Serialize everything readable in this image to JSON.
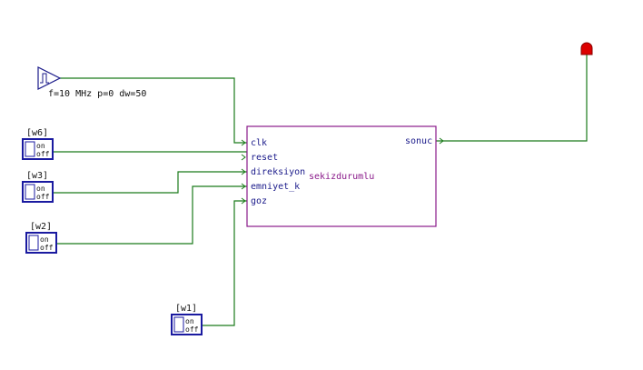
{
  "clock": {
    "label": "f=10 MHz p=0 dw=50",
    "icon": "square-wave-icon"
  },
  "switches": [
    {
      "id": "w6",
      "label": "[w6]",
      "on": "on",
      "off": "off"
    },
    {
      "id": "w3",
      "label": "[w3]",
      "on": "on",
      "off": "off"
    },
    {
      "id": "w2",
      "label": "[w2]",
      "on": "on",
      "off": "off"
    },
    {
      "id": "w1",
      "label": "[w1]",
      "on": "on",
      "off": "off"
    }
  ],
  "block": {
    "name": "sekizdurumlu",
    "inputs": [
      "clk",
      "reset",
      "direksiyon",
      "emniyet_k",
      "goz"
    ],
    "outputs": [
      "sonuc"
    ],
    "border_color": "#8a1a8a"
  },
  "output_led": {
    "icon": "led-indicator-icon",
    "color": "#dd0000"
  },
  "colors": {
    "wire": "#1a7a1a",
    "switch_border": "#1a1aa0",
    "port_text": "#1a1a8a",
    "block_border": "#8a1a8a"
  }
}
